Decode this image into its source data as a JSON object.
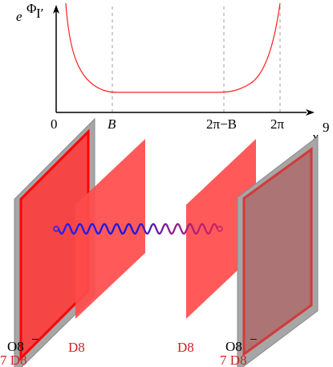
{
  "plot": {
    "y_label": "e",
    "y_label_sup": "Φ",
    "y_label_sub": "I′",
    "x_label": "x",
    "x_label_sup": "9",
    "ticks": [
      "0",
      "B",
      "2π−B",
      "2π"
    ]
  },
  "labels": {
    "left_o8": "O8",
    "left_o8_sup": "−",
    "left_d8_stack": "7 D8",
    "d8_left": "D8",
    "d8_right": "D8",
    "right_o8": "O8",
    "right_o8_sup": "−",
    "right_d8_stack": "7 D8"
  },
  "colors": {
    "red": "#ff2020",
    "plane_red": "#ff4b4b",
    "label_red": "#d12020",
    "grey": "#a8a8a8",
    "string_blue": "#1a1aff",
    "string_purple": "#c0206a"
  }
}
